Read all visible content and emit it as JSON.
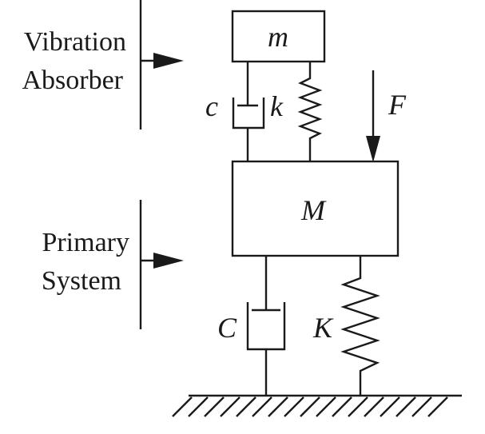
{
  "labels": {
    "absorber_line1": "Vibration",
    "absorber_line2": "Absorber",
    "primary_line1": "Primary",
    "primary_line2": "System",
    "absorber_mass": "m",
    "primary_mass": "M",
    "absorber_damper": "c",
    "absorber_spring": "k",
    "primary_damper": "C",
    "primary_spring": "K",
    "force": "F"
  }
}
